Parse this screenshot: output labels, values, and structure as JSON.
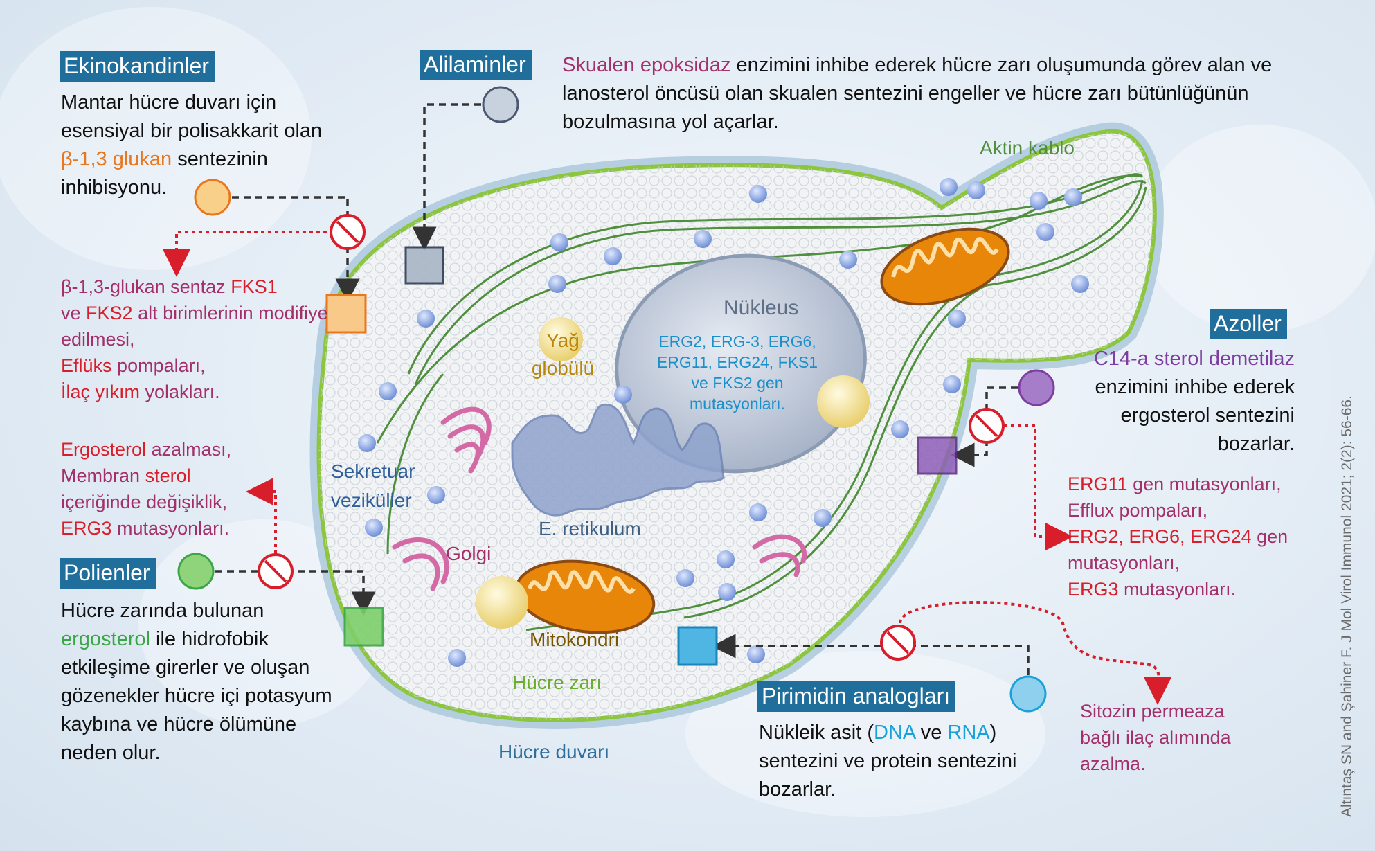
{
  "citation": "Altıntaş SN and Şahiner F. J Mol Virol Immunol 2021; 2(2): 56-66.",
  "echinocandins": {
    "title": "Ekinokandinler",
    "desc_1": "Mantar hücre duvarı için esensiyal bir polisakkarit olan",
    "desc_hl": "β-1,3 glukan",
    "desc_2": "sentezinin inhibisyonu.",
    "res_1": "β-1,3-glukan sentaz",
    "res_2": "FKS1",
    "res_3": "ve",
    "res_4": "FKS2",
    "res_5": "alt birimlerinin modifiye edilmesi,",
    "res_6": "Eflüks",
    "res_7": "pompaları,",
    "res_8": "İlaç yıkım",
    "res_9": "yolakları."
  },
  "allylamines": {
    "title": "Alilaminler",
    "desc_hl": "Skualen epoksidaz",
    "desc": "enzimini inhibe ederek hücre zarı oluşumunda görev alan ve lanosterol öncüsü olan skualen sentezini engeller ve hücre zarı bütünlüğünün bozulmasına yol açarlar."
  },
  "polyenes": {
    "title": "Polienler",
    "res_1": "Ergosterol",
    "res_2": "azalması,",
    "res_3": "Membran",
    "res_4": "sterol",
    "res_5": "içeriğinde değişiklik,",
    "res_6": "ERG3",
    "res_7": "mutasyonları.",
    "desc_1": "Hücre zarında bulunan",
    "desc_hl": "ergosterol",
    "desc_2": "ile hidrofobik etkileşime girerler ve oluşan gözenekler hücre içi potasyum kaybına ve hücre ölümüne neden olur."
  },
  "azoles": {
    "title": "Azoller",
    "desc_hl": "C14-a sterol demetilaz",
    "desc": "enzimini inhibe ederek ergosterol sentezini bozarlar.",
    "res_1": "ERG11",
    "res_2": "gen mutasyonları,",
    "res_3": "Efflux pompaları,",
    "res_4": "ERG2, ERG6, ERG24",
    "res_5": "gen mutasyonları,",
    "res_6": "ERG3",
    "res_7": "mutasyonları."
  },
  "pyrimidines": {
    "title": "Pirimidin analogları",
    "desc_1": "Nükleik asit (",
    "desc_dna": "DNA",
    "desc_ve": "ve",
    "desc_rna": "RNA",
    "desc_2": ") sentezini ve protein sentezini bozarlar.",
    "res": "Sitozin permeaza bağlı ilaç alımında azalma."
  },
  "cell": {
    "nucleus": "Nükleus",
    "nucleus_mut": "ERG2, ERG-3, ERG6, ERG11, ERG24, FKS1 ve FKS2 gen mutasyonları.",
    "actin": "Aktin kablo",
    "fat_1": "Yağ",
    "fat_2": "globülü",
    "secretory_1": "Sekretuar",
    "secretory_2": "veziküller",
    "er": "E. retikulum",
    "golgi": "Golgi",
    "mito": "Mitokondri",
    "membrane": "Hücre zarı",
    "wall": "Hücre duvarı"
  },
  "colors": {
    "tag_bg": "#1f6e9c",
    "resistance_red": "#d81e2a",
    "resistance_plum": "#a3306a",
    "membrane_green": "#8cc63f",
    "echinocandin_orange": "#f7c56a",
    "polyene_green": "#7dcf6a",
    "azole_purple": "#a57dc9",
    "pyrimidine_blue": "#8fd0ee",
    "allylamine_grey": "#c8d2de"
  }
}
